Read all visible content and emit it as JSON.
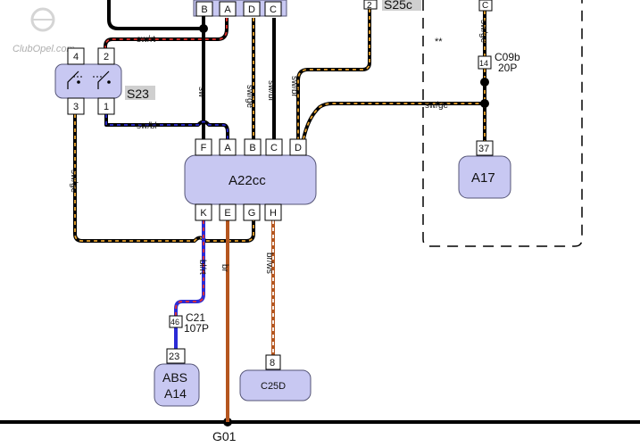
{
  "watermark": "ClubOpel.com",
  "components": {
    "a22cc": {
      "label": "A22cc"
    },
    "s23": {
      "label": "S23"
    },
    "s25c": {
      "label": "S25c"
    },
    "a17": {
      "label": "A17"
    },
    "abs": {
      "line1": "ABS",
      "line2": "A14"
    },
    "c25d": {
      "label": "C25D"
    },
    "ground": {
      "label": "G01"
    }
  },
  "connectors": {
    "c09b": {
      "name": "C09b",
      "pins": "20P"
    },
    "c21": {
      "name": "C21",
      "pins": "107P"
    }
  },
  "pins": {
    "top_connector": [
      "B",
      "A",
      "D",
      "C"
    ],
    "a22cc_top": [
      "F",
      "A",
      "B",
      "C",
      "D"
    ],
    "a22cc_bottom": [
      "K",
      "E",
      "G",
      "H"
    ],
    "s23_top": [
      "4",
      "2"
    ],
    "s23_bottom": [
      "3",
      "1"
    ],
    "s25c_pin": "2",
    "c_pin": "C",
    "c09b_pin": "14",
    "a17_pin": "37",
    "c21_pin": "46",
    "abs_pin": "23",
    "c25d_pin": "8"
  },
  "wire_labels": {
    "sw_rt": "sw/rt",
    "sw_bl": "sw/bl",
    "sw": "sw",
    "sw_ge_1": "sw/ge",
    "sw_br_1": "sw/br",
    "sw_br_2": "sw/br",
    "sw_ge_2": "sw/ge",
    "sw_ge_3": "sw/ge",
    "sw_ge_4": "sw/ge",
    "bl_rt": "bl/rt",
    "br": "br",
    "br_ws": "br/ws"
  },
  "notes": {
    "double_asterisk": "**"
  },
  "colors": {
    "sw": "#000000",
    "rt": "#e8322d",
    "bl": "#2b2bd6",
    "ge": "#f0a830",
    "br": "#b5561f",
    "ws": "#ffffff",
    "component_fill": "#c8c8f2",
    "component_stroke": "#555577"
  }
}
